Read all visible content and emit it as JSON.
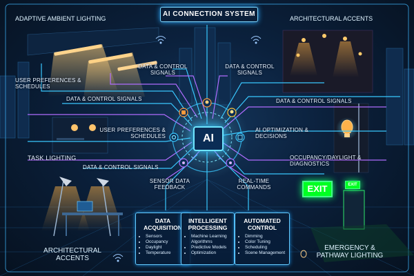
{
  "title": "AI CONNECTION SYSTEM",
  "core_label": "AI",
  "corners": {
    "top_left": "ADAPTIVE AMBIENT LIGHTING",
    "top_right": "ARCHITECTURAL ACCENTS",
    "bottom_left": "ARCHITECTURAL ACCENTS",
    "bottom_right": "EMERGENCY & PATHWAY LIGHTING"
  },
  "labels": {
    "data_control_1": "DATA & CONTROL SIGNALS",
    "data_control_2": "DATA & CONTROL SIGNALS",
    "user_prefs_1": "USER PREFERENCES & SCHEDULES",
    "data_control_left": "DATA & CONTROL SIGNALS",
    "user_prefs_2": "USER PREFERENCES & SCHEDULES",
    "task_lighting": "TASK LIGHTING",
    "data_control_left2": "DATA & CONTROL SIGNALS",
    "sensor_feedback": "SENSOR DATA FEEDBACK",
    "data_control_right": "DATA & CONTROL SIGNALS",
    "ai_optimization": "AI OPTIMIZATION & DECISIONS",
    "occupancy": "OCCUPANCY/DAYLIGHT & DIAGNOSTICS",
    "realtime": "REAL-TIME COMMANDS",
    "exit_big": "EXIT",
    "exit_small": "EXIT"
  },
  "boxes": [
    {
      "title": "DATA ACQUISITION",
      "items": [
        "Sensors",
        "Occupancy",
        "Daylight",
        "Temperature"
      ]
    },
    {
      "title": "INTELLIGENT PROCESSING",
      "items": [
        "Machine Learning Algorithms",
        "Predictive Models",
        "Optimization"
      ]
    },
    {
      "title": "AUTOMATED CONTROL",
      "items": [
        "Dimming",
        "Color Tuning",
        "Scheduling",
        "Scene Management"
      ]
    }
  ],
  "colors": {
    "accent_cyan": "#39c8ff",
    "accent_purple": "#b06cff",
    "accent_orange": "#ff9a3c",
    "exit_green": "#00e13a"
  },
  "icons": [
    "wifi-icon",
    "lightbulb-icon",
    "gear-icon",
    "brain-icon",
    "chip-icon",
    "lamp-icon",
    "ceiling-light-icon",
    "exit-sign-icon"
  ]
}
